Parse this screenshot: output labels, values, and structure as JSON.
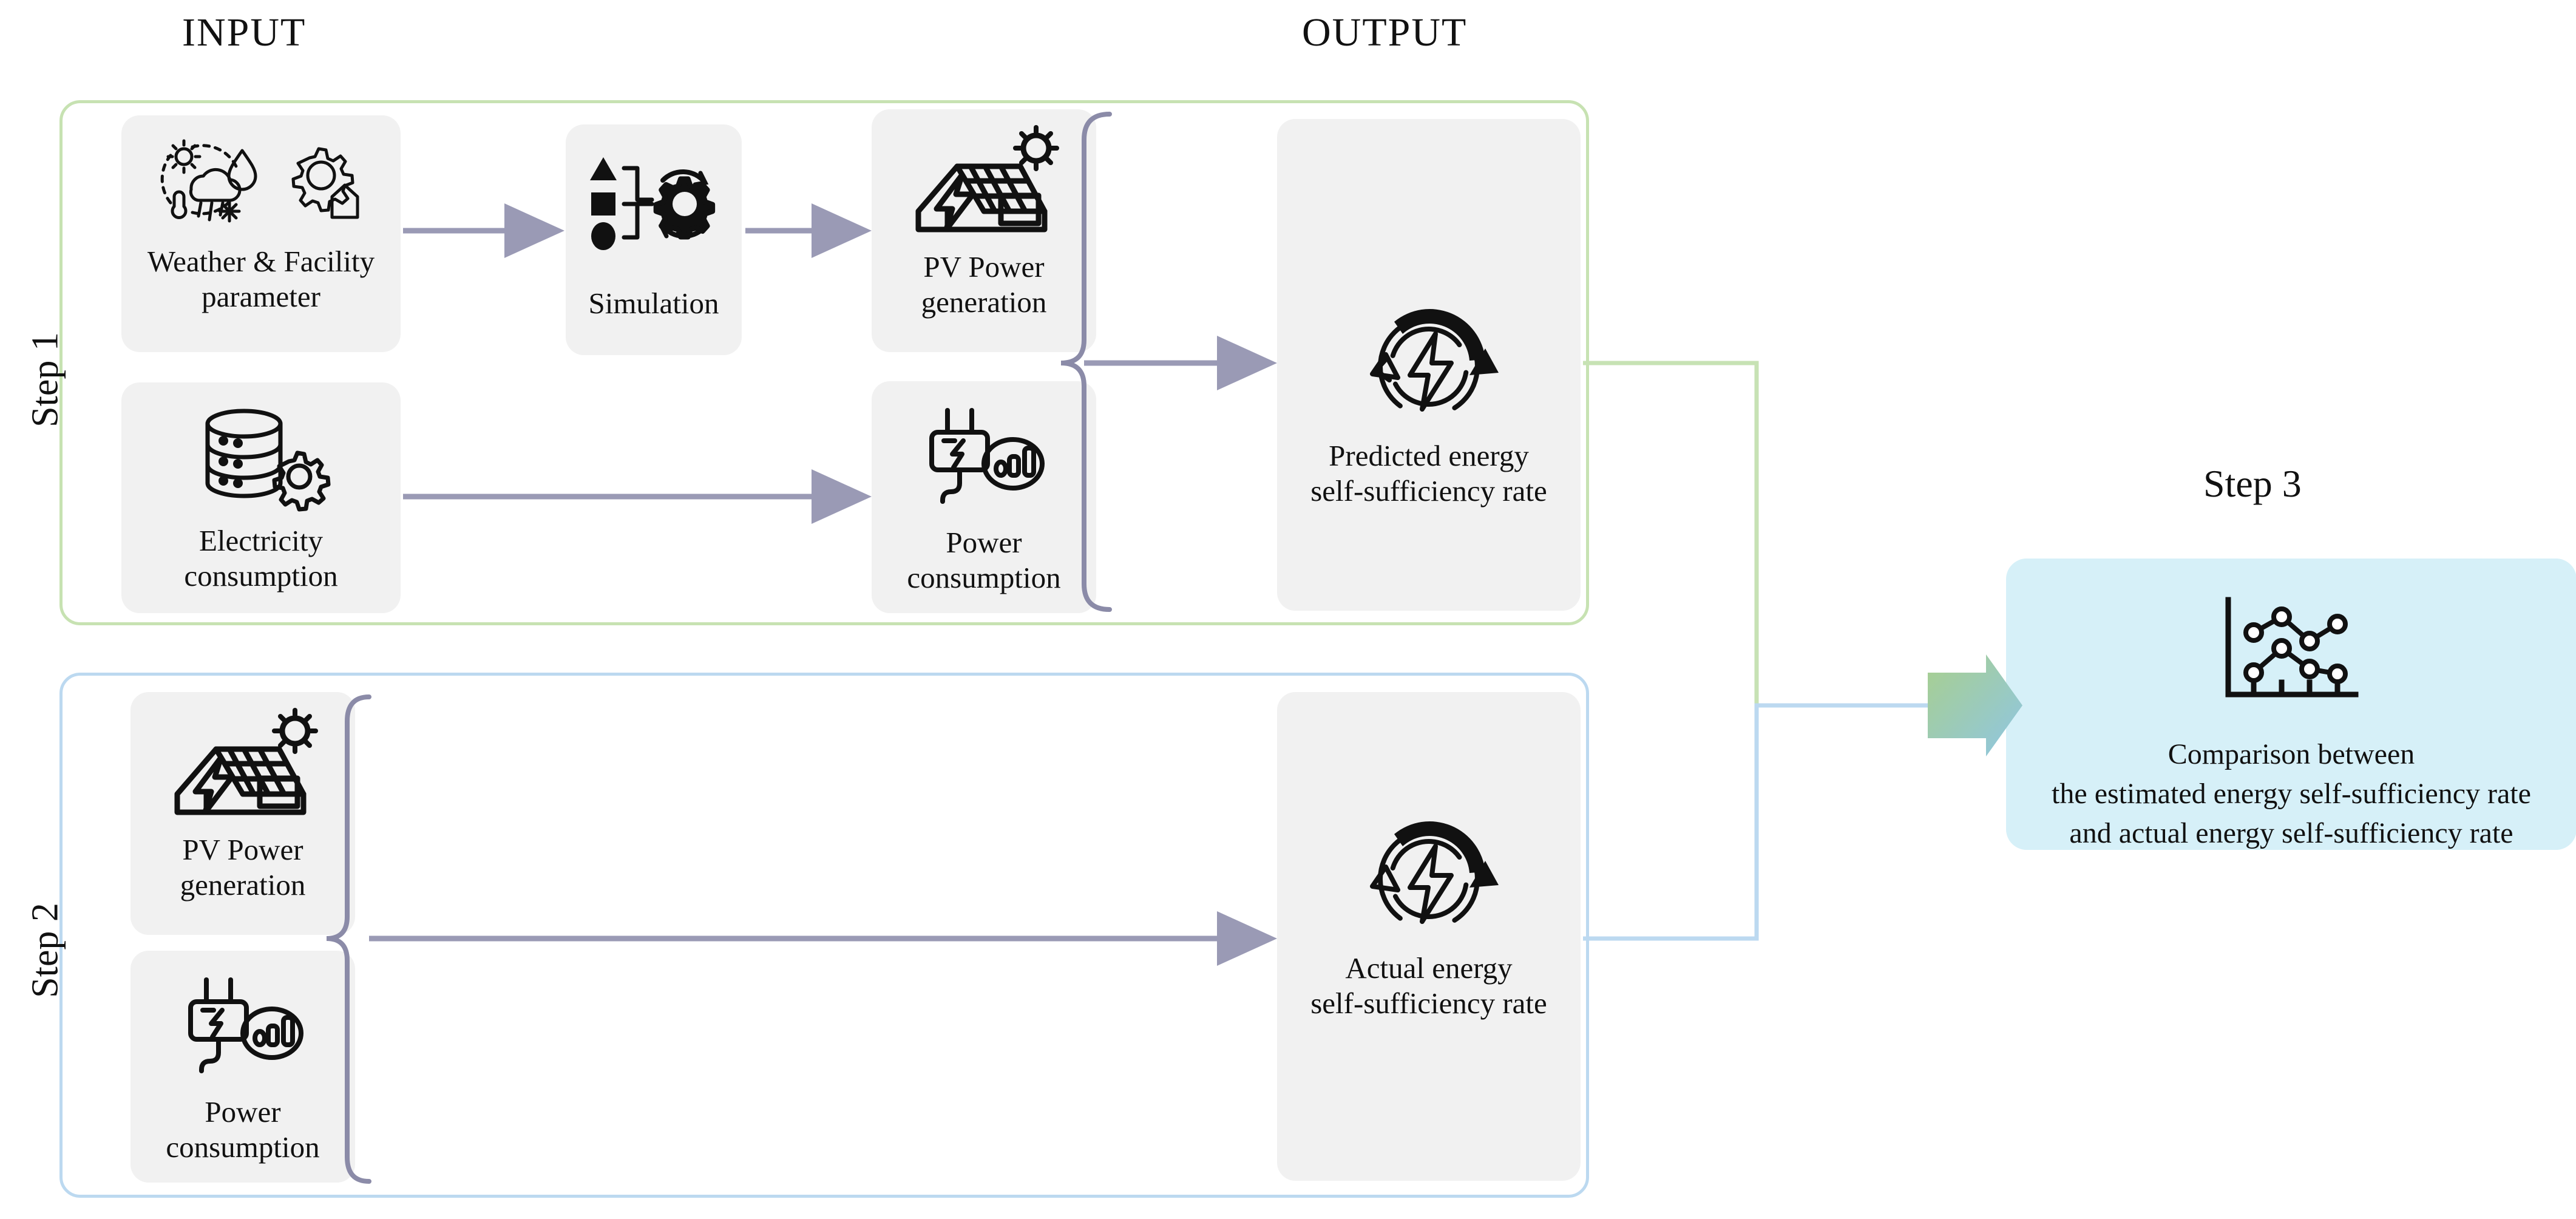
{
  "headers": {
    "input": "INPUT",
    "output": "OUTPUT"
  },
  "steps": {
    "step1_label": "Step 1",
    "step2_label": "Step 2",
    "step3_title": "Step 3"
  },
  "colors": {
    "step1_frame": "#c7e2b4",
    "step2_frame": "#bcd9f0",
    "card_bg": "#f1f1f1",
    "step3_bg": "#d6f0f8",
    "arrow": "#9a9ab5",
    "brace": "#8b8ba8",
    "merge_arrow_start": "#a8cf8e",
    "merge_arrow_end": "#8fc6e4",
    "text": "#111111"
  },
  "step1": {
    "nodes": [
      {
        "id": "weather-facility",
        "icon": "weather-gear-house-icon",
        "label_line1": "Weather & Facility",
        "label_line2": "parameter"
      },
      {
        "id": "simulation",
        "icon": "simulation-flow-gear-icon",
        "label_line1": "Simulation",
        "label_line2": ""
      },
      {
        "id": "pv-power-generation",
        "icon": "solar-panel-house-sun-icon",
        "label_line1": "PV Power",
        "label_line2": "generation"
      },
      {
        "id": "electricity-consumption",
        "icon": "database-gear-icon",
        "label_line1": "Electricity",
        "label_line2": "consumption"
      },
      {
        "id": "power-consumption",
        "icon": "plug-meter-icon",
        "label_line1": "Power",
        "label_line2": "consumption"
      }
    ],
    "output_node": {
      "id": "predicted-energy-rate",
      "icon": "energy-recycle-bolt-icon",
      "label_line1": "Predicted energy",
      "label_line2": "self-sufficiency rate"
    }
  },
  "step2": {
    "nodes": [
      {
        "id": "pv-power-generation",
        "icon": "solar-panel-house-sun-icon",
        "label_line1": "PV Power",
        "label_line2": "generation"
      },
      {
        "id": "power-consumption",
        "icon": "plug-meter-icon",
        "label_line1": "Power",
        "label_line2": "consumption"
      }
    ],
    "output_node": {
      "id": "actual-energy-rate",
      "icon": "energy-recycle-bolt-icon",
      "label_line1": "Actual energy",
      "label_line2": "self-sufficiency rate"
    }
  },
  "step3": {
    "icon": "line-chart-comparison-icon",
    "label_line1": "Comparison between",
    "label_line2": "the estimated energy self-sufficiency rate",
    "label_line3": "and actual energy self-sufficiency rate"
  }
}
